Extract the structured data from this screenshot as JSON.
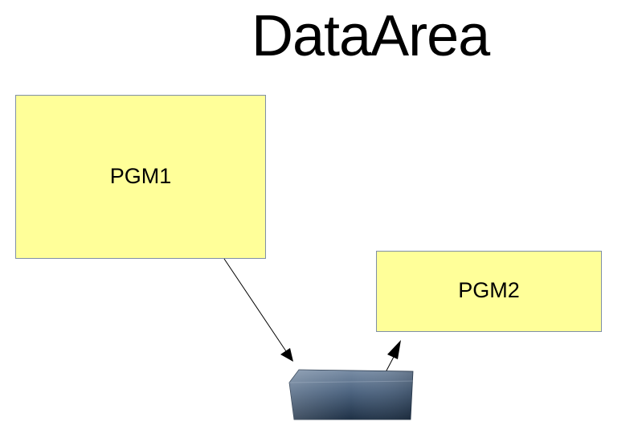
{
  "title": "DataArea",
  "nodes": {
    "pgm1": {
      "label": "PGM1"
    },
    "pgm2": {
      "label": "PGM2"
    },
    "data_area": {
      "label": ""
    }
  },
  "edges": [
    {
      "from": "PGM1",
      "to": "DataArea store"
    },
    {
      "from": "DataArea store",
      "to": "PGM2"
    }
  ],
  "colors": {
    "box_fill": "#ffff99",
    "box_border": "#7f8fa6",
    "store_top": "#7a8ea6",
    "store_bottom": "#223448"
  }
}
